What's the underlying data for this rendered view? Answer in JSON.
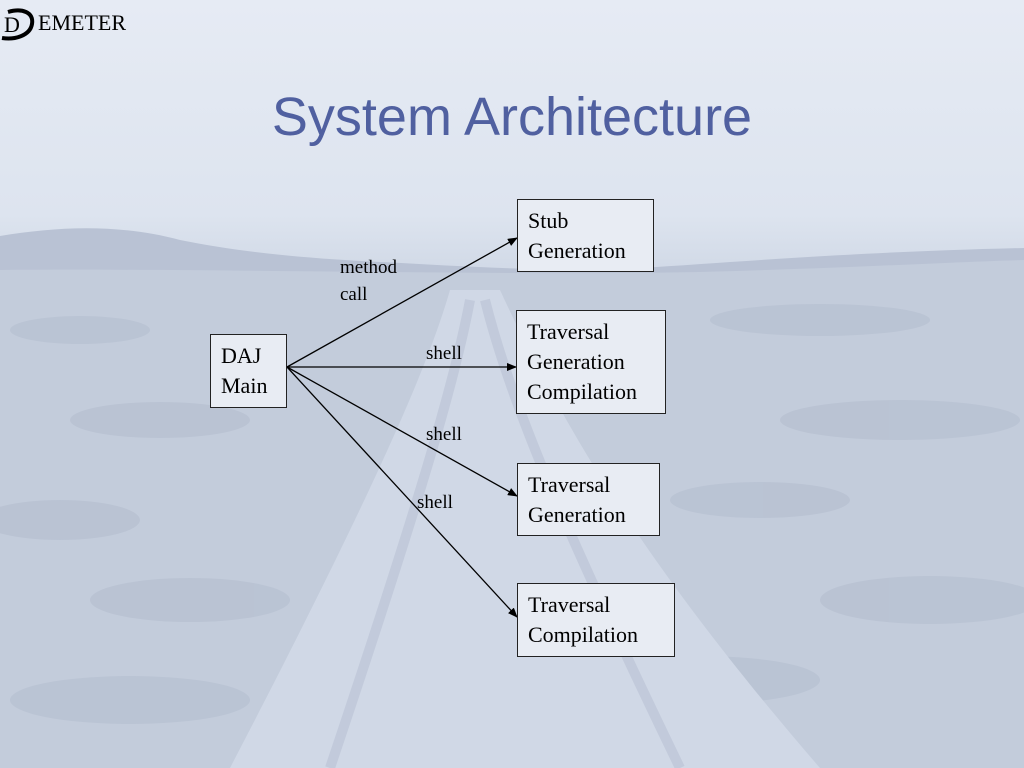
{
  "logo": {
    "initial": "D",
    "text": "EMETER"
  },
  "title": "System Architecture",
  "nodes": {
    "daj_main": {
      "line1": "DAJ",
      "line2": "Main"
    },
    "stub_generation": {
      "line1": "Stub",
      "line2": "Generation"
    },
    "traversal_generation_compilation": {
      "line1": "Traversal",
      "line2": "Generation",
      "line3": "Compilation"
    },
    "traversal_generation": {
      "line1": "Traversal",
      "line2": "Generation"
    },
    "traversal_compilation": {
      "line1": "Traversal",
      "line2": "Compilation"
    }
  },
  "edges": {
    "method_call": {
      "line1": "method",
      "line2": "call"
    },
    "shell_1": "shell",
    "shell_2": "shell",
    "shell_3": "shell"
  }
}
